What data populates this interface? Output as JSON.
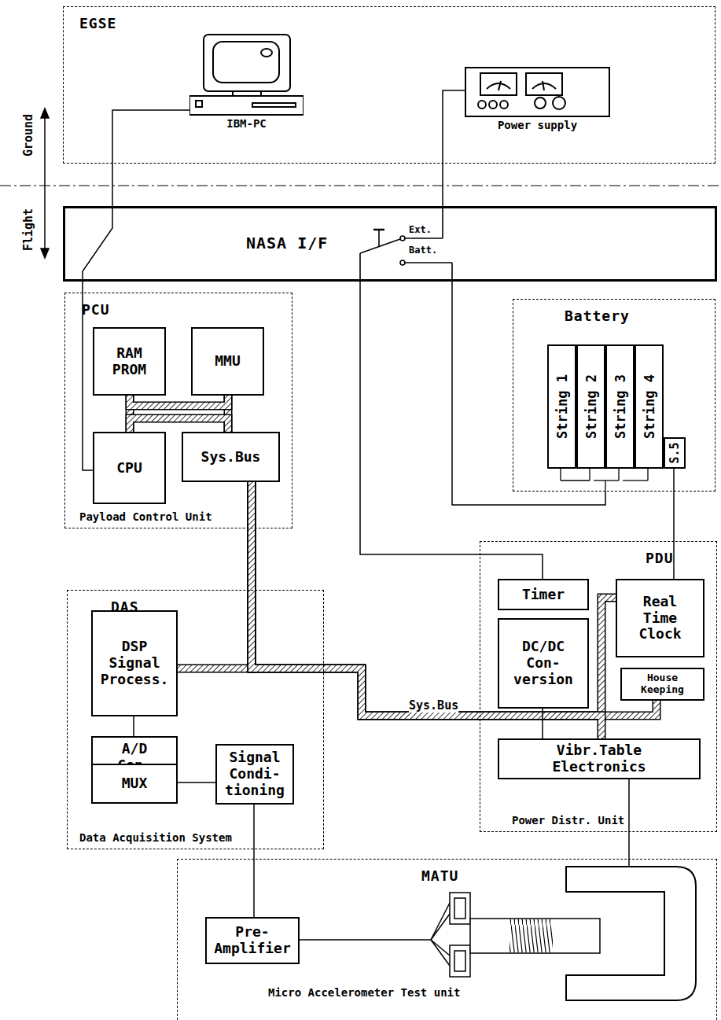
{
  "diagram": {
    "nodes": [
      {
        "text": [
          "EGSE"
        ]
      },
      {
        "text": [
          "IBM-PC"
        ],
        "in": 0
      },
      {
        "text": [
          "Power supply"
        ],
        "in": 0
      },
      {
        "text": [
          "NASA I/F"
        ]
      },
      {
        "text": [
          "PCU",
          "Payload Control Unit"
        ]
      },
      {
        "text": [
          "RAM PROM"
        ],
        "in": 4
      },
      {
        "text": [
          "MMU"
        ],
        "in": 4
      },
      {
        "text": [
          "CPU"
        ],
        "in": 4
      },
      {
        "text": [
          "Sys.Bus"
        ],
        "in": 4
      },
      {
        "text": [
          "Battery"
        ]
      },
      {
        "text": [
          "String 1"
        ],
        "in": 9
      },
      {
        "text": [
          "String 2"
        ],
        "in": 9
      },
      {
        "text": [
          "String 3"
        ],
        "in": 9
      },
      {
        "text": [
          "String 4"
        ],
        "in": 9
      },
      {
        "text": [
          "S.5"
        ],
        "in": 9
      },
      {
        "text": [
          "DAS",
          "Data Acquisition System"
        ]
      },
      {
        "text": [
          "DSP Signal Process."
        ],
        "in": 15
      },
      {
        "text": [
          "A/D Con."
        ],
        "in": 15
      },
      {
        "text": [
          "MUX"
        ],
        "in": 15
      },
      {
        "text": [
          "Signal Condi- tioning"
        ],
        "in": 15
      },
      {
        "text": [
          "PDU",
          "Power Distr. Unit"
        ]
      },
      {
        "text": [
          "Timer"
        ],
        "in": 20
      },
      {
        "text": [
          "Real Time Clock"
        ],
        "in": 20
      },
      {
        "text": [
          "DC/DC Con- version"
        ],
        "in": 20
      },
      {
        "text": [
          "House Keeping"
        ],
        "in": 20
      },
      {
        "text": [
          "Vibr.Table Electronics"
        ],
        "in": 20
      },
      {
        "text": [
          "MATU",
          "Micro Accelerometer Test unit"
        ]
      },
      {
        "text": [
          "Pre- Amplifier"
        ],
        "in": 26
      }
    ],
    "edges": [
      {
        "from": 1,
        "to": 7,
        "arrow": "none"
      },
      {
        "from": 2,
        "to": 3,
        "arrow": "none"
      },
      {
        "from": 3,
        "to": 21,
        "arrow": "none"
      },
      {
        "from": 9,
        "to": 3,
        "arrow": "none"
      },
      {
        "from": 14,
        "to": 22,
        "arrow": "none"
      },
      {
        "from": 5,
        "to": 7,
        "arrow": "none"
      },
      {
        "from": 6,
        "to": 8,
        "arrow": "none"
      },
      {
        "from": 5,
        "to": 6,
        "arrow": "none"
      },
      {
        "from": 7,
        "to": 8,
        "arrow": "none"
      },
      {
        "from": 8,
        "to": 16,
        "arrow": "none"
      },
      {
        "from": 8,
        "to": 22,
        "arrow": "none"
      },
      {
        "from": 8,
        "to": 24,
        "arrow": "none"
      },
      {
        "from": 8,
        "to": 25,
        "arrow": "none"
      },
      {
        "from": 16,
        "to": 17,
        "arrow": "none"
      },
      {
        "from": 18,
        "to": 19,
        "arrow": "none"
      },
      {
        "from": 19,
        "to": 27,
        "arrow": "none"
      },
      {
        "from": 23,
        "to": 25,
        "arrow": "none"
      },
      {
        "from": 25,
        "to": 26,
        "arrow": "none"
      }
    ],
    "labels": [
      "Ground",
      "Flight",
      "Ext.",
      "Batt.",
      "Sys.Bus"
    ]
  }
}
